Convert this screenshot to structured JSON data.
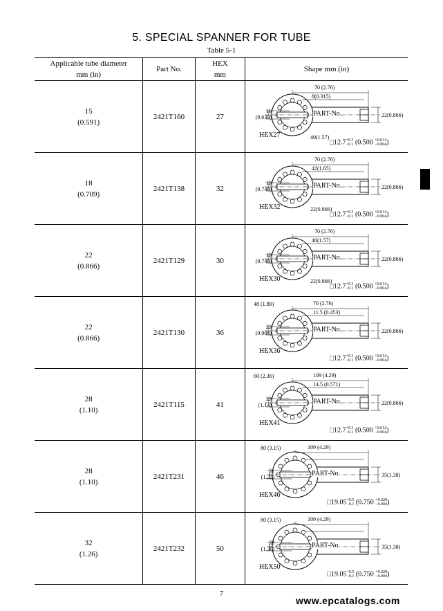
{
  "section_title": "5.  SPECIAL SPANNER FOR TUBE",
  "table_caption": "Table 5-1",
  "headers": {
    "tube_line1": "Applicable tube diameter",
    "tube_line2": "mm    (in)",
    "part": "Part No.",
    "hex_line1": "HEX",
    "hex_line2": "mm",
    "shape": "Shape    mm (in)"
  },
  "rows": [
    {
      "mm": "15",
      "in": "(0.591)",
      "part": "2421T160",
      "hex": "27",
      "d_top": "70 (2.76)",
      "d_inner": "8(0.315)",
      "d_left1": "16",
      "d_left2": "(0.630)",
      "d_bottom": "40(1.57)",
      "d_right": "22(0.866)",
      "part_label": "PART-No.",
      "hex_label": "HEX27",
      "sq": "□12.7",
      "sq_up": "+0.3",
      "sq_lo": "−0.1",
      "inch": "0.500",
      "inch_up": "+0.012",
      "inch_lo": "−0.004"
    },
    {
      "mm": "18",
      "in": "(0.709)",
      "part": "2421T138",
      "hex": "32",
      "d_top": "70 (2.76)",
      "d_inner": "42(1.65)",
      "d_left1": "19",
      "d_left2": "(0.748)",
      "d_bottom": "22(0.866)",
      "d_right": "22(0.866)",
      "part_label": "PART-No.",
      "hex_label": "HEX32",
      "sq": "□12.7",
      "sq_up": "+0.3",
      "sq_lo": "−0.1",
      "inch": "0.500",
      "inch_up": "+0.012",
      "inch_lo": "−0.004"
    },
    {
      "mm": "22",
      "in": "(0.866)",
      "part": "2421T129",
      "hex": "30",
      "d_top": "70 (2.76)",
      "d_inner": "40(1.57)",
      "d_left1": "19",
      "d_left2": "(0.748)",
      "d_bottom": "22(0.866)",
      "d_right": "22(0.866)",
      "part_label": "PART-No.",
      "hex_label": "HEX30",
      "sq": "□12.7",
      "sq_up": "+0.3",
      "sq_lo": "−0.1",
      "inch": "0.500",
      "inch_up": "+0.012",
      "inch_lo": "−0.004"
    },
    {
      "mm": "22",
      "in": "(0.866)",
      "part": "2421T130",
      "hex": "36",
      "d_top": "70 (2.76)",
      "d_outer": "48 (1.89)",
      "d_inner": "11.5 (0.453)",
      "d_left1": "23",
      "d_left2": "(0.906)",
      "d_right": "22(0.866)",
      "part_label": "PART-No.",
      "hex_label": "HEX36",
      "sq": "□12.7",
      "sq_up": "+0.3",
      "sq_lo": "−0.1",
      "inch": "0.500",
      "inch_up": "+0.012",
      "inch_lo": "−0.004"
    },
    {
      "mm": "28",
      "in": "(1.10)",
      "part": "2421T115",
      "hex": "41",
      "d_top": "109 (4.29)",
      "d_outer": "60 (2.36)",
      "d_inner": "14.5 (0.571)",
      "d_left1": "29",
      "d_left2": "(1.14)",
      "d_right": "22(0.866)",
      "part_label": "PART-No.",
      "hex_label": "HEX41",
      "sq": "□12.7",
      "sq_up": "+0.3",
      "sq_lo": "−0.1",
      "inch": "0.500",
      "inch_up": "+0.012",
      "inch_lo": "−0.004"
    },
    {
      "mm": "28",
      "in": "(1.10)",
      "part": "2421T231",
      "hex": "46",
      "d_top": "109 (4.29)",
      "d_outer": "80 (3.15)",
      "d_left1": "31",
      "d_left2": "(1.22)",
      "d_right": "35(1.38)",
      "part_label": "PART-No.",
      "hex_label": "HEX46",
      "sq": "□19.05",
      "sq_up": "+0.5",
      "sq_lo": "−0.1",
      "inch": "0.750",
      "inch_up": "+0.020",
      "inch_lo": "−0.004"
    },
    {
      "mm": "32",
      "in": "(1.26)",
      "part": "2421T232",
      "hex": "50",
      "d_top": "109 (4.29)",
      "d_outer": "80 (3.15)",
      "d_left1": "33",
      "d_left2": "(1.30)",
      "d_right": "35(1.38)",
      "part_label": "PART-No.",
      "hex_label": "HEX50",
      "sq": "□19.05",
      "sq_up": "+0.5",
      "sq_lo": "−0.1",
      "inch": "0.750",
      "inch_up": "+0.020",
      "inch_lo": "−0.004"
    }
  ],
  "page_number": "7",
  "watermark": "www.epcatalogs.com"
}
